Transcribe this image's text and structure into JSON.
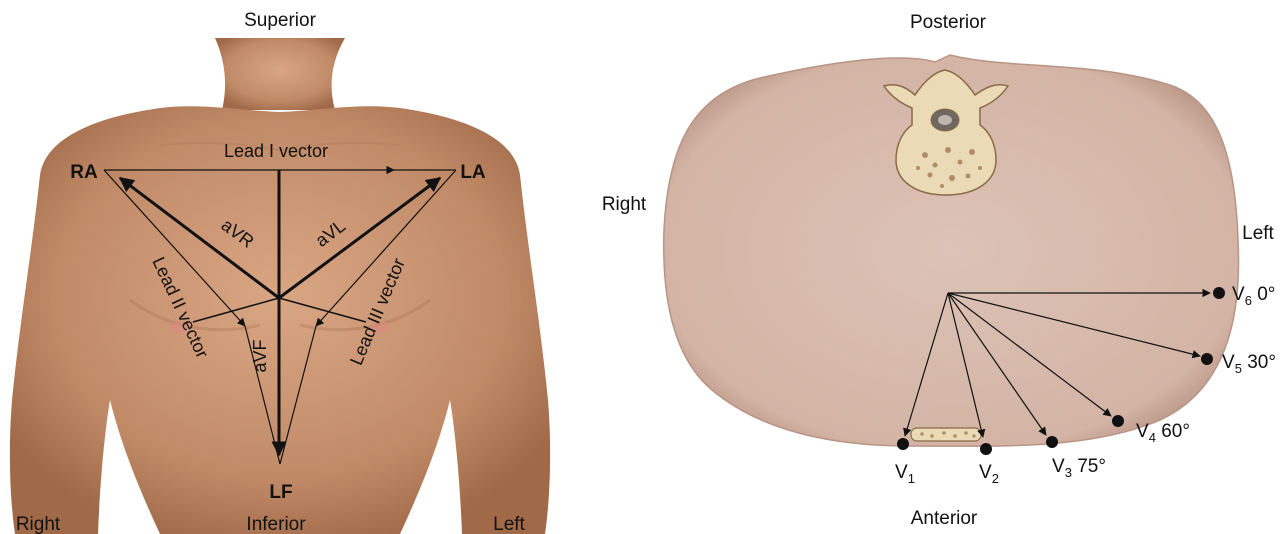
{
  "left_panel": {
    "superior": "Superior",
    "inferior": "Inferior",
    "right": "Right",
    "left": "Left",
    "ra": "RA",
    "la": "LA",
    "lf": "LF",
    "lead1": "Lead I vector",
    "lead2": "Lead II vector",
    "lead3": "Lead III vector",
    "avr": "aVR",
    "avl": "aVL",
    "avf": "aVF"
  },
  "right_panel": {
    "posterior": "Posterior",
    "anterior": "Anterior",
    "right": "Right",
    "left": "Left",
    "leads": [
      {
        "main": "V",
        "sub": "1",
        "angle": ""
      },
      {
        "main": "V",
        "sub": "2",
        "angle": ""
      },
      {
        "main": "V",
        "sub": "3",
        "angle": " 75°"
      },
      {
        "main": "V",
        "sub": "4",
        "angle": " 60°"
      },
      {
        "main": "V",
        "sub": "5",
        "angle": " 30°"
      },
      {
        "main": "V",
        "sub": "6",
        "angle": " 0°"
      }
    ]
  },
  "colors": {
    "skin": "#c99472",
    "skin_shadow": "#a8714f",
    "chest_section": "#d9bdb0",
    "chest_edge": "#b89485",
    "bone": "#eadbb6",
    "bone_dark": "#8a6a44",
    "arrow": "#111111"
  }
}
